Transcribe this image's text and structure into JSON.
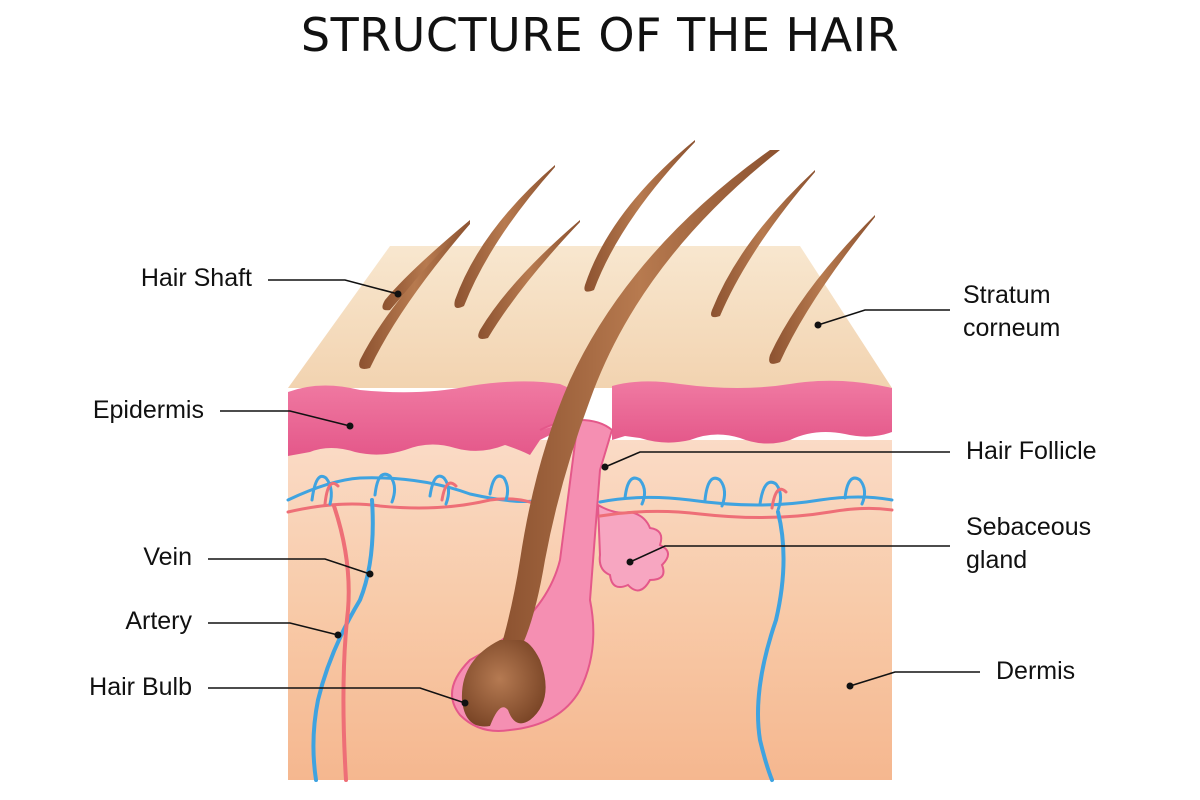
{
  "title": "STRUCTURE OF THE HAIR",
  "labels": {
    "hair_shaft": "Hair Shaft",
    "epidermis": "Epidermis",
    "vein": "Vein",
    "artery": "Artery",
    "hair_bulb": "Hair Bulb",
    "stratum_corneum_line1": "Stratum",
    "stratum_corneum_line2": "corneum",
    "hair_follicle": "Hair Follicle",
    "sebaceous_gland_line1": "Sebaceous",
    "sebaceous_gland_line2": "gland",
    "dermis": "Dermis"
  },
  "colors": {
    "stratum": "#f5dcbc",
    "stratum_top": "#f8e6cc",
    "epidermis": "#ec6f9a",
    "dermis_top": "#f9d3b8",
    "dermis_bottom": "#f6b990",
    "hair": "#a5673f",
    "vein": "#3fa3e0",
    "artery": "#ee6f77",
    "follicle_sheath": "#f48fb1"
  }
}
